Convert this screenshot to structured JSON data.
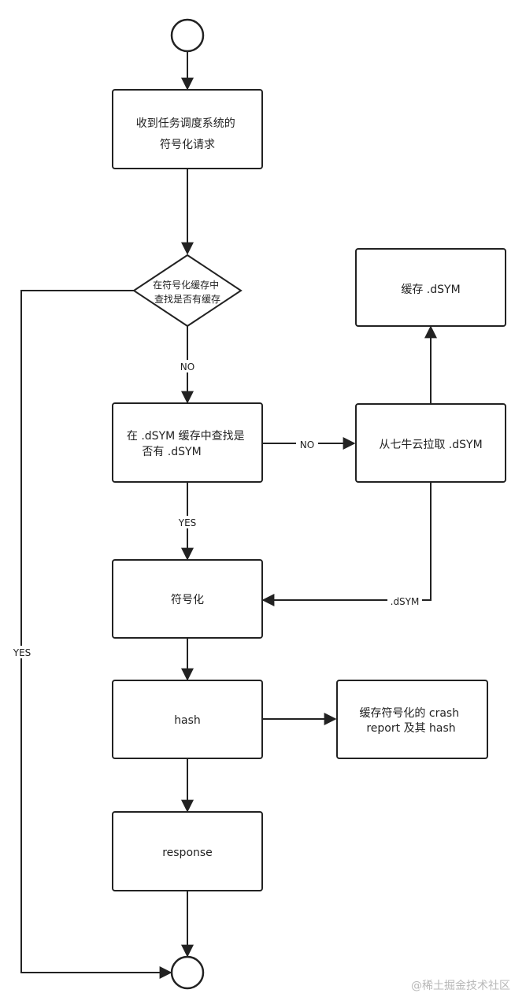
{
  "nodes": {
    "receive_request": [
      "收到任务调度系统的",
      "符号化请求"
    ],
    "check_cache": [
      "在符号化缓存中",
      "查找是否有缓存"
    ],
    "check_dsym_cache": [
      "在 .dSYM 缓存中查找是",
      "否有 .dSYM"
    ],
    "cache_dsym": "缓存 .dSYM",
    "pull_dsym": "从七牛云拉取 .dSYM",
    "symbolicate": "符号化",
    "hash": "hash",
    "cache_report": [
      "缓存符号化的 crash",
      "report 及其 hash"
    ],
    "response": "response"
  },
  "edge_labels": {
    "no_1": "NO",
    "no_2": "NO",
    "yes_1": "YES",
    "yes_2": "YES",
    "dsym": ".dSYM"
  },
  "watermark": "@稀土掘金技术社区"
}
